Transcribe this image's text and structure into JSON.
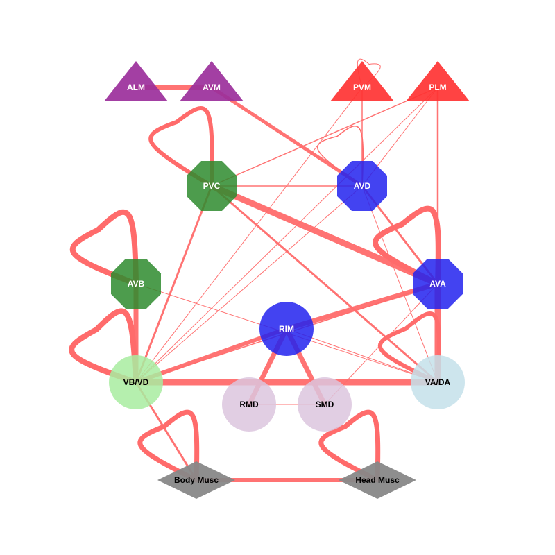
{
  "colors": {
    "edge": "#ff6b6b",
    "sensory_purple": "#9b2f9b",
    "sensory_red": "#ff3333",
    "inter_green": "#2e8b2e",
    "command_blue": "#2222ee",
    "motor_lightgreen": "#a8eca0",
    "motor_lightblue": "#c4e0ea",
    "motor_lavender": "#dcc6de",
    "muscle_gray": "#888888",
    "label_white": "#ffffff",
    "label_black": "#000000"
  },
  "nodes": [
    {
      "id": "ALM",
      "label": "ALM",
      "shape": "triangle",
      "fill": "#9b2f9b",
      "text": "#ffffff"
    },
    {
      "id": "AVM",
      "label": "AVM",
      "shape": "triangle",
      "fill": "#9b2f9b",
      "text": "#ffffff"
    },
    {
      "id": "PVM",
      "label": "PVM",
      "shape": "triangle",
      "fill": "#ff3333",
      "text": "#ffffff"
    },
    {
      "id": "PLM",
      "label": "PLM",
      "shape": "triangle",
      "fill": "#ff3333",
      "text": "#ffffff"
    },
    {
      "id": "PVC",
      "label": "PVC",
      "shape": "octagon",
      "fill": "#2e8b2e",
      "text": "#ffffff"
    },
    {
      "id": "AVD",
      "label": "AVD",
      "shape": "octagon",
      "fill": "#2222ee",
      "text": "#ffffff"
    },
    {
      "id": "AVB",
      "label": "AVB",
      "shape": "octagon",
      "fill": "#2e8b2e",
      "text": "#ffffff"
    },
    {
      "id": "AVA",
      "label": "AVA",
      "shape": "octagon",
      "fill": "#2222ee",
      "text": "#ffffff"
    },
    {
      "id": "RIM",
      "label": "RIM",
      "shape": "circle",
      "fill": "#2222ee",
      "text": "#ffffff"
    },
    {
      "id": "VBVD",
      "label": "VB/VD",
      "shape": "circle",
      "fill": "#a8eca0",
      "text": "#000000"
    },
    {
      "id": "VADA",
      "label": "VA/DA",
      "shape": "circle",
      "fill": "#c4e0ea",
      "text": "#000000"
    },
    {
      "id": "RMD",
      "label": "RMD",
      "shape": "circle",
      "fill": "#dcc6de",
      "text": "#000000"
    },
    {
      "id": "SMD",
      "label": "SMD",
      "shape": "circle",
      "fill": "#dcc6de",
      "text": "#000000"
    },
    {
      "id": "BODY",
      "label": "Body Musc",
      "shape": "diamond",
      "fill": "#888888",
      "text": "#000000"
    },
    {
      "id": "HEAD",
      "label": "Head Musc",
      "shape": "diamond",
      "fill": "#888888",
      "text": "#000000"
    }
  ],
  "edges": [
    {
      "from": "ALM",
      "to": "AVM",
      "weight": 8
    },
    {
      "from": "AVM",
      "to": "AVD",
      "weight": 5
    },
    {
      "from": "PVC",
      "to": "AVA",
      "weight": 9
    },
    {
      "from": "PVC",
      "to": "AVD",
      "weight": 1.5
    },
    {
      "from": "PVC",
      "to": "PLM",
      "weight": 1.5
    },
    {
      "from": "PVC",
      "to": "VBVD",
      "weight": 3
    },
    {
      "from": "PVC",
      "to": "VADA",
      "weight": 3
    },
    {
      "from": "AVD",
      "to": "AVA",
      "weight": 3
    },
    {
      "from": "AVD",
      "to": "VBVD",
      "weight": 1
    },
    {
      "from": "AVD",
      "to": "VADA",
      "weight": 1
    },
    {
      "from": "PLM",
      "to": "AVA",
      "weight": 2.5
    },
    {
      "from": "PLM",
      "to": "AVD",
      "weight": 1
    },
    {
      "from": "PLM",
      "to": "VBVD",
      "weight": 1
    },
    {
      "from": "PVM",
      "to": "VBVD",
      "weight": 1
    },
    {
      "from": "AVB",
      "to": "VBVD",
      "weight": 7
    },
    {
      "from": "AVB",
      "to": "VADA",
      "weight": 1
    },
    {
      "from": "AVA",
      "to": "RIM",
      "weight": 7
    },
    {
      "from": "AVA",
      "to": "VADA",
      "weight": 9
    },
    {
      "from": "AVA",
      "to": "VBVD",
      "weight": 1.5
    },
    {
      "from": "RIM",
      "to": "VBVD",
      "weight": 6
    },
    {
      "from": "RIM",
      "to": "VADA",
      "weight": 1
    },
    {
      "from": "VBVD",
      "to": "VADA",
      "weight": 9
    },
    {
      "from": "VBVD",
      "to": "BODY",
      "weight": 3
    },
    {
      "from": "RMD",
      "to": "SMD",
      "weight": 1
    },
    {
      "from": "SMD",
      "to": "AVA",
      "weight": 1
    },
    {
      "from": "BODY",
      "to": "HEAD",
      "weight": 6
    },
    {
      "from": "RIM",
      "to": "RMD",
      "weight": 7
    },
    {
      "from": "SMD",
      "to": "RIM",
      "weight": 7
    },
    {
      "from": "AVD",
      "to": "PVM",
      "weight": 1.5
    }
  ],
  "self_loops": [
    {
      "node": "PVC",
      "weight": 6
    },
    {
      "node": "AVD",
      "weight": 1.5
    },
    {
      "node": "AVB",
      "weight": 8
    },
    {
      "node": "AVA",
      "weight": 8
    },
    {
      "node": "VBVD",
      "weight": 8
    },
    {
      "node": "VADA",
      "weight": 6
    },
    {
      "node": "BODY",
      "weight": 7
    },
    {
      "node": "HEAD",
      "weight": 7
    },
    {
      "node": "PVM",
      "weight": 1
    }
  ]
}
